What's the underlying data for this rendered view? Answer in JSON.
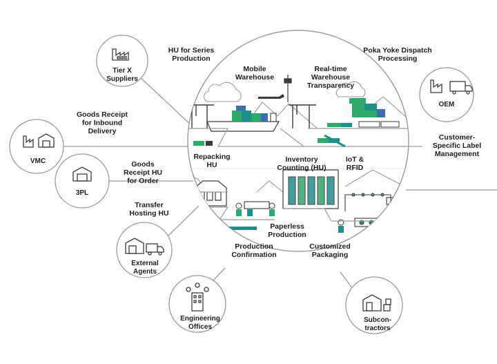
{
  "nodes": {
    "tier_x": {
      "label": "Tier X\nSuppliers",
      "icon": "factory-icon"
    },
    "oem": {
      "label": "OEM",
      "icon": "factory-truck-icon"
    },
    "vmc": {
      "label": "VMC",
      "icon": "factory-warehouse-icon"
    },
    "tpl": {
      "label": "3PL",
      "icon": "warehouse-icon"
    },
    "external_agents": {
      "label": "External\nAgents",
      "icon": "warehouse-truck-icon"
    },
    "engineering_offices": {
      "label": "Engineering\nOffices",
      "icon": "office-building-icon"
    },
    "subcontractors": {
      "label": "Subcon-\ntractors",
      "icon": "warehouse-boxes-icon"
    }
  },
  "labels": {
    "hu_series_production": "HU for Series\nProduction",
    "poka_yoke": "Poka Yoke Dispatch\nProcessing",
    "mobile_warehouse": "Mobile\nWarehouse",
    "realtime_transparency": "Real-time\nWarehouse\nTransparency",
    "goods_receipt_inbound": "Goods Receipt\nfor Inbound\nDelivery",
    "customer_specific_label": "Customer-\nSpecific Label\nManagement",
    "repacking_hu": "Repacking\nHU",
    "inventory_counting": "Inventory\nCounting (HU)",
    "iot_rfid": "IoT &\nRFID",
    "goods_receipt_hu_order": "Goods\nReceipt HU\nfor Order",
    "transfer_hosting_hu": "Transfer\nHosting HU",
    "paperless_production": "Paperless\nProduction",
    "production_confirmation": "Production\nConfirmation",
    "customized_packaging": "Customized\nPackaging"
  },
  "colors": {
    "stroke": "#8f8f8f",
    "dark": "#3a3a3a",
    "green": "#2fa86c",
    "teal": "#1f8f8a",
    "blue": "#3b6fb0",
    "text": "#1e1e1e"
  }
}
